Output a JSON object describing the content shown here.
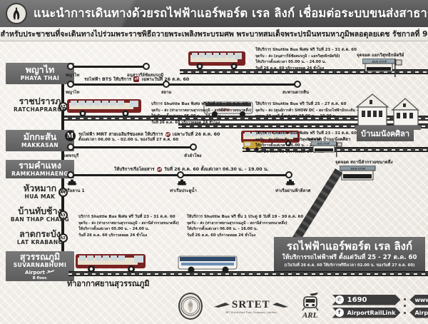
{
  "header": {
    "title": "แนะนำการเดินทางด้วยรถไฟฟ้าแอร์พอร์ต เรล ลิงก์ เชื่อมต่อระบบขนส่งสาธารณะ",
    "subtitle": "สำหรับประชาชนที่จะเดินทางไปร่วมพระราชพิธีถวายพระเพลิงพระบรมศพ พระบาทสมเด็จพระปรมินทรมหาภูมิพลอดุลยเดช รัชกาลที่ 9",
    "ribbon_icon": "mourning-ribbon-icon"
  },
  "stations": [
    {
      "code": "A8",
      "th": "พญาไท",
      "en": "PHAYA THAI",
      "boxed": true
    },
    {
      "code": "A7",
      "th": "ราชปรารภ",
      "en": "RATCHAPRAROP",
      "boxed": false
    },
    {
      "code": "A6",
      "th": "มักกะสัน",
      "en": "MAKKASAN",
      "boxed": true
    },
    {
      "code": "A5",
      "th": "รามคำแหง",
      "en": "RAMKHAMHAENG",
      "boxed": true
    },
    {
      "code": "A4",
      "th": "หัวหมาก",
      "en": "HUA MAK",
      "boxed": false
    },
    {
      "code": "A3",
      "th": "บ้านทับช้าง",
      "en": "BAN THAP CHANG",
      "boxed": false
    },
    {
      "code": "A2",
      "th": "ลาดกระบัง",
      "en": "LAT KRABANG",
      "boxed": false
    },
    {
      "code": "A1",
      "th": "สุวรรณภูมิ",
      "en": "SUVARNABHUMI",
      "boxed": true,
      "extra_th": "Airport",
      "extra_en": "B floor.",
      "extra_icon": "airplane-icon"
    }
  ],
  "connections": {
    "bts": {
      "text_before": "รถไฟฟ้า BTS ให้บริการ",
      "badge": "ฟรี",
      "text_after": "เฉพาะวันที่ 26 ต.ค. 60",
      "stops": [
        "พญาไท",
        "อนุสาวรีย์ชัยสมรภูมิ"
      ]
    },
    "ratchaprarop_stops": [
      "พญาไท",
      "สยาม",
      "สะพานตากสิน"
    ],
    "mrt": {
      "logo": "M",
      "line1_before": "รถไฟฟ้า MRT สายเฉลิมรัชมงคล ให้บริการ",
      "badge": "ฟรี",
      "line1_after": "เฉพาะวันที่ 26 ต.ค. 60",
      "line2": "ตั้งแต่เวลา 06.00 น. - 02.00 น. ของวันที่ 27 ต.ค. 60",
      "stops": [
        "เพชรบุรี",
        "หัวลำโพง"
      ]
    },
    "boat": {
      "text_before": "ให้บริการเรือโดยสาร",
      "badge": "ฟรี",
      "text_after": "วันที่ 26 ต.ค. 60 ตั้งแต่เวลา 06.30 น. - 19.00 น.",
      "piers": [
        "ท่าเรือลาน 1",
        "ท่าเรือประตูน้ำ",
        "ท่าเรือผ่านฟ้าลีลาศ"
      ],
      "pier_icon": "boat-icon"
    }
  },
  "shuttle_info": [
    {
      "id": "phayathai-shuttle",
      "lines": [
        "ให้บริการ Shuttle Bus พิเศษ ฟรี วันที่ 23 - 31 ต.ค. 60",
        "จุดรับ - ส่ง (อนุสาวรีย์ชัยสมรภูมิ - แยกวิสุทธิกษัตริย์)",
        "ให้บริการตั้งแต่เวลา 05.00 น. - 24.00 น.",
        "วันที่ 26 ต.ค. 60 บริการตลอด 24 ชั่วโมง"
      ],
      "badge": "ฟรี"
    },
    {
      "id": "ratchaprarop-shuttle",
      "lines": [
        "บริการ Shuttle Bus พิเศษ ฟรี วันที่ 23 - 31 ต.ค. 60",
        "จุดรับ - ส่ง (ท่าอากาศยานสุวรรณภูมิ - สถานีลำกรวยขนาดลึ่ง)",
        "ให้บริการตั้งแต่เวลา 05.00 น. - 24.00 น.",
        "วันที่ 26 ต.ค. 60 บริการตลอด 24 ชั่วโมง"
      ],
      "badge": "ฟรี"
    },
    {
      "id": "makkasan-showdc-shuttle",
      "lines": [
        "ให้บริการ Shuttle Bus ฟรี วันที่ 25 - 27 ต.ค. 60",
        "จุดรับ - ส่ง (ศูนย์การค้า SHOW DC - สถานีรถไฟฟ้ามักกะสัน - บ้านมนังคศิลา)",
        "ทุกทุก 30 นาที ตั้งแต่เวลา 08.00 น. - 19.00 น."
      ],
      "badge": "ฟรี"
    },
    {
      "id": "makkasan-shuttle",
      "lines": [
        "ให้บริการ Shuttle Bus พิเศษ ฟรี วันที่ 23 - 31 ต.ค. 60",
        "จุดรับ - ส่ง (มักกะสัน - แยกวิสุทธิกษัตริย์)",
        "ให้บริการตั้งแต่เวลา 05.00 น. - 24.00 น.",
        "วันที่ 26 ต.ค. 60 บริการตลอด 24 ชั่วโมง"
      ],
      "badge": "ฟรี"
    },
    {
      "id": "latkrabang-shuttle",
      "lines": [
        "บริการ Shuttle Bus พิเศษ ฟรี วันที่ 23 - 31 ต.ค. 60",
        "จุดรับ - ส่ง (ท่าอากาศยานสุวรรณภูมิ - สถานีลำกรวยขนาดลึ่ง)",
        "ให้บริการตั้งแต่เวลา 05.00 น. - 24.00 น.",
        "วันที่ 26 ต.ค. 60 บริการตลอด 24 ชั่วโมง"
      ],
      "badge": "ฟรี"
    },
    {
      "id": "suvarnabhumi-shuttle",
      "lines": [
        "ให้บริการ Shuttle Bus ฟรี ชั้น 1 ประตู 8 วันที่ 19 - 30 ต.ค. 60",
        "จุดรับ - ส่ง (ท่าอากาศยานสุวรรณภูมิ - สถานีลำกรวยขนาดลึ่ง)",
        "ให้บริการตั้งแต่เวลา 06.00 น. - 18.00 น.",
        "วันที่ 26 ต.ค. 60 บริการตลอด 24 ชั่วโมง"
      ],
      "badge": "ฟรี"
    }
  ],
  "places": [
    {
      "id": "ban-manangkhasila",
      "label": "บ้านมนังคศิลา",
      "icon": "house-icon"
    },
    {
      "id": "suvarnabhumi-airport",
      "label": "ท่าอากาศยานสุวรรณภูมิ"
    }
  ],
  "stop_points": [
    {
      "id": "wisutkasat-stop",
      "label": "จุดจอด แยกวิสุทธิกษัตริย์",
      "sign": "BUS STOP"
    },
    {
      "id": "makkasan-stop",
      "label": "จุดจอด บ้านมนังคศิลา",
      "sign": "BUS STOP"
    },
    {
      "id": "lamkrung-stop",
      "label": "จุดจอด สถานีลำกรวยขนาดลึ่ง",
      "sign": "BUS STOP"
    }
  ],
  "bottom_panel": {
    "title": "รถไฟฟ้าแอร์พอร์ต เรล ลิงก์",
    "line2": "ให้บริการรถไฟฟ้าฟรี ตั้งแต่วันที่ 25 - 27 ต.ค. 60",
    "line3": "(เว้นวันที่ 26 ต.ค. 60 ให้บริการฟรีถึงเวลา 02.00 น. ของวันที่ 27 ต.ค. 60)"
  },
  "footer": {
    "seal_icon": "royal-seal-icon",
    "srtet_name": "SRTET",
    "srtet_sub": "SRT Electrified Train Company Limited",
    "arl_name": "ARL",
    "arl_icon": "train-plane-icon",
    "contacts": [
      {
        "id": "phone",
        "icon": "phone-icon",
        "label": "1690",
        "side": "left"
      },
      {
        "id": "facebook",
        "icon": "facebook-icon",
        "label": "AirportRailLink",
        "side": "left"
      },
      {
        "id": "website",
        "icon": "www-icon",
        "label": "www.srtet.co.th",
        "side": "right"
      },
      {
        "id": "twitter",
        "icon": "twitter-icon",
        "label": "AirportRailLink",
        "side": "right"
      }
    ]
  },
  "colors": {
    "header_gray": "#565656",
    "accent_maroon": "#6f1d1d",
    "rail_black": "#1d1d1d",
    "paper": "#efeae4"
  }
}
